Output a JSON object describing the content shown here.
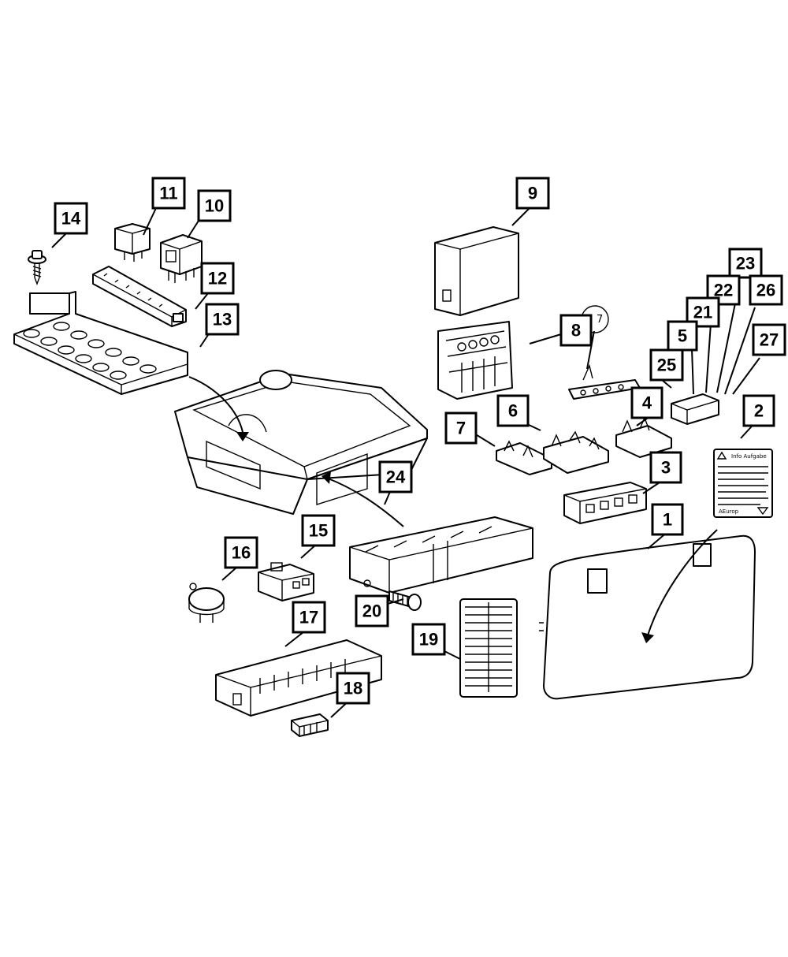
{
  "callouts": [
    "1",
    "2",
    "3",
    "4",
    "5",
    "6",
    "7",
    "8",
    "9",
    "10",
    "11",
    "12",
    "13",
    "14",
    "15",
    "16",
    "17",
    "18",
    "19",
    "20",
    "21",
    "22",
    "23",
    "24",
    "25",
    "26",
    "27"
  ],
  "label_sheet": {
    "heading": "Info Aufgabe",
    "footer": "AEurop"
  },
  "small_circle_label": "7",
  "colors": {
    "ink": "#000000",
    "paper": "#ffffff"
  }
}
